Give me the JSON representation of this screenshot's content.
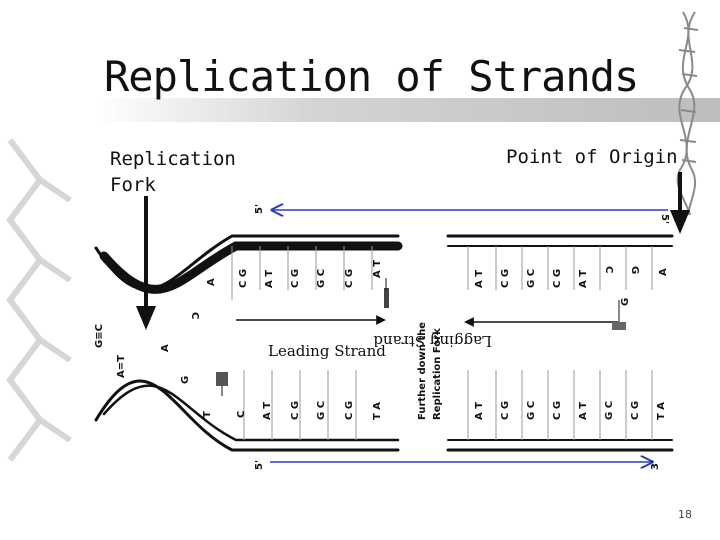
{
  "slide": {
    "title": "Replication of Strands",
    "page_number": "18"
  },
  "labels": {
    "replication_fork_line1": "Replication",
    "replication_fork_line2": "Fork",
    "point_of_origin": "Point of Origin",
    "leading_strand": "Leading Strand",
    "lagging_strand": "Lagging Strand",
    "further_down_line1": "Further down the",
    "further_down_line2": "Replication Fork",
    "top_left_end": "5'",
    "top_right_end": "5'",
    "bottom_left_end": "5'",
    "bottom_right_end": "3'"
  },
  "fork_bases": {
    "outer": "G≡C",
    "inner": "A=T",
    "upper": [
      "A",
      "C",
      "A"
    ],
    "lower": [
      "G",
      "T",
      "C"
    ]
  },
  "left_section": {
    "top_pairs": [
      "C G",
      "A T",
      "C G",
      "G C",
      "C G",
      "A T"
    ],
    "bottom_pairs": [
      "A T",
      "C G",
      "G C",
      "C G",
      "T A"
    ]
  },
  "right_section": {
    "top_pairs": [
      "A T",
      "C G",
      "G C",
      "C G",
      "A T",
      "C",
      "G",
      "A"
    ],
    "top_new_base": "G",
    "bottom_pairs": [
      "A T",
      "C G",
      "G C",
      "C G",
      "A T",
      "G C",
      "C G",
      "T A"
    ]
  },
  "colors": {
    "ink": "#111111",
    "strand": "#1a1a1a",
    "blue_arrow": "#2c3cc8",
    "title_bar": "#c8c8c8",
    "grid": "#9a9a9a"
  }
}
